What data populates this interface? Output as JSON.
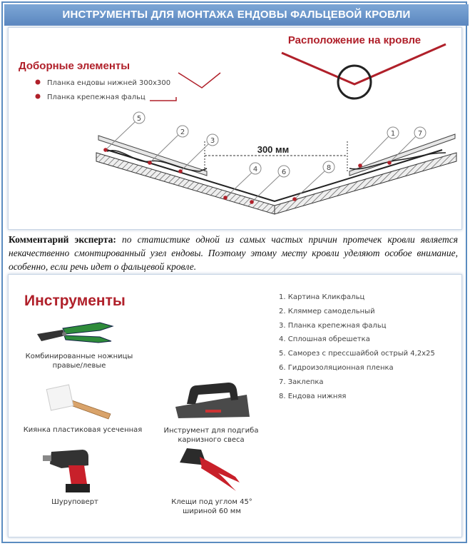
{
  "title": "ИНСТРУМЕНТЫ ДЛЯ МОНТАЖА ЕНДОВЫ ФАЛЬЦЕВОЙ КРОВЛИ",
  "diagram": {
    "location_label": "Расположение на кровле",
    "additional_title": "Доборные элементы",
    "additional_items": [
      "Планка ендовы нижней 300х300",
      "Планка крепежная фальц"
    ],
    "dimension_label": "300 мм",
    "callouts": [
      "5",
      "2",
      "3",
      "4",
      "6",
      "8",
      "1",
      "7"
    ]
  },
  "comment": {
    "lead": "Комментарий эксперта:",
    "text": " по статистике одной из самых частых причин протечек кровли является некачественно смонтированный узел ендовы. Поэтому этому месту кровли уделяют особое внимание, особенно, если речь идет о фальцевой кровле."
  },
  "tools": {
    "title": "Инструменты",
    "scissors": "Комбинированные ножницы правые/левые",
    "mallet": "Киянка пластиковая усеченная",
    "bender": "Инструмент для подгиба карнизного свеса",
    "drill": "Шуруповерт",
    "pliers": "Клещи под углом 45° шириной 60 мм"
  },
  "legend": [
    "1. Картина Кликфальц",
    "2. Кляммер самодельный",
    "3. Планка крепежная фальц",
    "4. Сплошная обрешетка",
    "5. Саморез с прессшайбой острый 4,2х25",
    "6. Гидроизоляционная пленка",
    "7. Заклепка",
    "8. Ендова нижняя"
  ],
  "colors": {
    "header": "#6a96cb",
    "accent": "#b0202a",
    "border": "#5b8cc0"
  }
}
